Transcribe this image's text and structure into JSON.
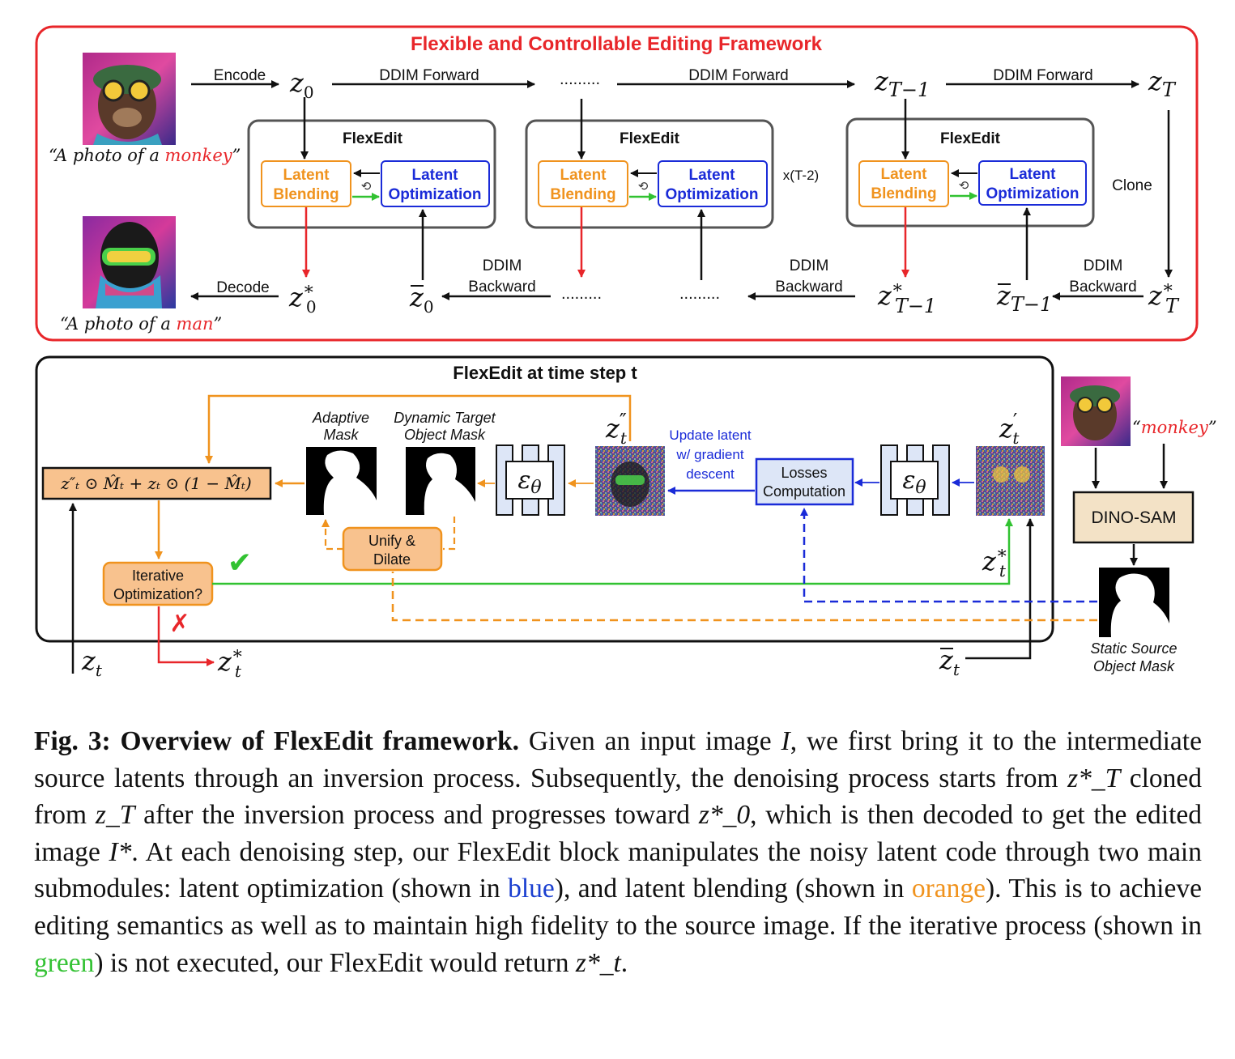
{
  "top_panel": {
    "title": "Flexible and Controllable Editing Framework",
    "encode": "Encode",
    "decode": "Decode",
    "ddim_forward": "DDIM Forward",
    "ddim_backward_1": "DDIM",
    "ddim_backward_2": "Backward",
    "dots": ".........",
    "repeat": "x(T-2)",
    "clone": "Clone",
    "flexedit": "FlexEdit",
    "latent_blending_1": "Latent",
    "latent_blending_2": "Blending",
    "latent_optimization_1": "Latent",
    "latent_optimization_2": "Optimization",
    "source_prompt_prefix": "“A photo of a ",
    "source_prompt_word": "monkey",
    "source_prompt_suffix": "”",
    "target_prompt_prefix": "“A photo of a ",
    "target_prompt_word": "man",
    "target_prompt_suffix": "”",
    "z0": "z",
    "sub0": "0",
    "subT1": "T−1",
    "subT": "T",
    "star": "∗"
  },
  "bottom_panel": {
    "title": "FlexEdit at time step t",
    "adaptive_mask_1": "Adaptive",
    "adaptive_mask_2": "Mask",
    "dynamic_mask_1": "Dynamic Target",
    "dynamic_mask_2": "Object Mask",
    "update_latent_1": "Update latent",
    "update_latent_2": "w/ gradient",
    "update_latent_3": "descent",
    "losses_1": "Losses",
    "losses_2": "Computation",
    "unify_1": "Unify &",
    "unify_2": "Dilate",
    "iterative_1": "Iterative",
    "iterative_2": "Optimization?",
    "dino_sam": "DINO-SAM",
    "static_mask_1": "Static Source",
    "static_mask_2": "Object Mask",
    "keyword_open": "“",
    "keyword": "monkey",
    "keyword_close": "”",
    "epsilon": "ε",
    "theta": "θ",
    "check": "✔",
    "cross": "✗",
    "blend_formula": "z″ₜ ⊙ M̂ₜ + zₜ ⊙ (1 − M̂ₜ)",
    "z": "z",
    "sub_t": "t",
    "prime": "′",
    "dprime": "″"
  },
  "caption": {
    "label": "Fig. 3: Overview of FlexEdit framework.",
    "part1": " Given an input image ",
    "I": "I",
    "part2": ", we first bring it to the intermediate source latents through an inversion process. Subsequently, the denoising process starts from ",
    "zT_star": "z*_T",
    "part3": " cloned from ",
    "zT": "z_T",
    "part4": " after the inversion process and progresses toward ",
    "z0_star": "z*_0",
    "part5": ", which is then decoded to get the edited image ",
    "I_star": "I*",
    "part6": ". At each denoising step, our FlexEdit block manipulates the noisy latent code through two main submodules: latent optimization (shown in ",
    "blue": "blue",
    "part7": "), and latent blending (shown in ",
    "orange": "orange",
    "part8": "). This is to achieve editing semantics as well as to maintain high fidelity to the source image. If the iterative process (shown in ",
    "green": "green",
    "part9": ") is not executed, our FlexEdit would return ",
    "zt_star": "z*_t",
    "part10": "."
  },
  "colors": {
    "frame_red": "#e8262a",
    "orange": "#f0931e",
    "orange_fill": "#f8c28e",
    "blue": "#1a2bd8",
    "blue_fill": "#dde6f7",
    "green": "#31c231",
    "dino_fill": "#f3e2c6",
    "gray_frame": "#555555"
  }
}
